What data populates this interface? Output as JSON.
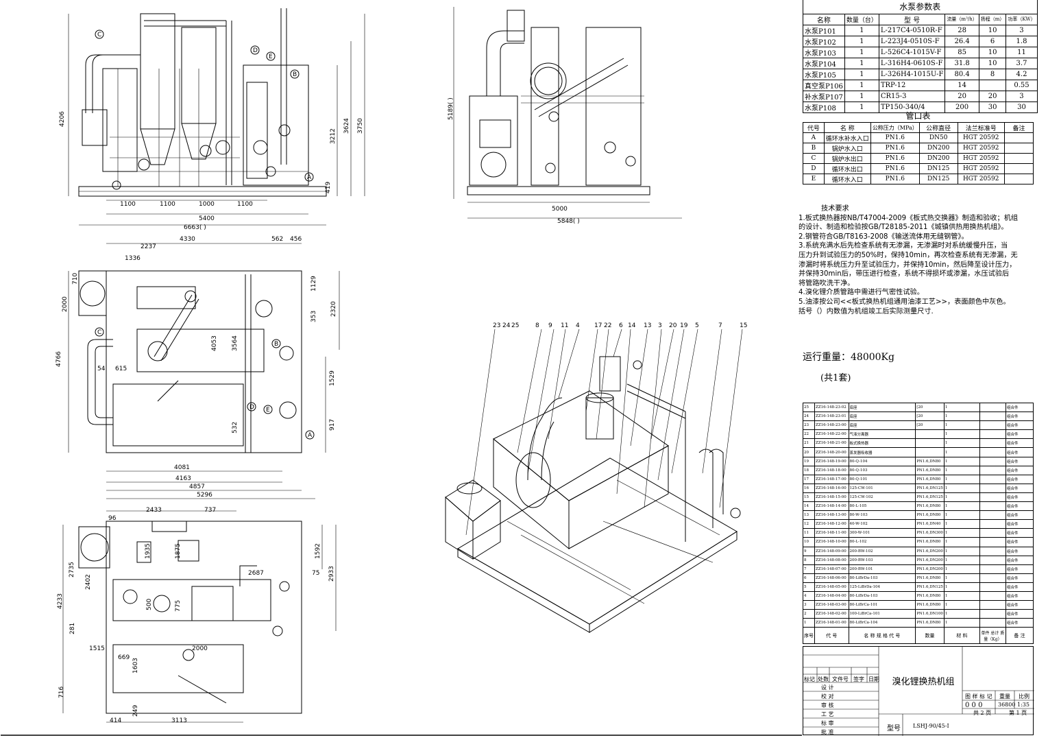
{
  "pump_table": {
    "title": "水泵参数表",
    "headers": [
      "名称",
      "数量（台）",
      "型 号",
      "流量（m³/h）",
      "扬程（m）",
      "功率（KW）"
    ],
    "rows": [
      [
        "水泵P101",
        "1",
        "L-217C4-0510R-F",
        "28",
        "10",
        "3"
      ],
      [
        "水泵P102",
        "1",
        "L-223J4-0510S-F",
        "26.4",
        "6",
        "1.8"
      ],
      [
        "水泵P103",
        "1",
        "L-526C4-1015V-F",
        "85",
        "10",
        "11"
      ],
      [
        "水泵P104",
        "1",
        "L-316H4-0610S-F",
        "31.8",
        "10",
        "3.7"
      ],
      [
        "水泵P105",
        "1",
        "L-326H4-1015U-F",
        "80.4",
        "8",
        "4.2"
      ],
      [
        "真空泵P106",
        "1",
        "TRP-12",
        "14",
        "",
        "0.55"
      ],
      [
        "补水泵P107",
        "1",
        "CR15-3",
        "20",
        "20",
        "3"
      ],
      [
        "水泵P108",
        "1",
        "TP150-340/4",
        "200",
        "30",
        "30"
      ]
    ]
  },
  "pipe_table": {
    "title": "管口表",
    "headers": [
      "代号",
      "名 称",
      "公称压力（MPa）",
      "公称直径",
      "法兰标准号",
      "备注"
    ],
    "rows": [
      [
        "A",
        "循环水补水入口",
        "PN1.6",
        "DN50",
        "HGT 20592",
        ""
      ],
      [
        "B",
        "锅炉水入口",
        "PN1.6",
        "DN200",
        "HGT 20592",
        ""
      ],
      [
        "C",
        "锅炉水出口",
        "PN1.6",
        "DN200",
        "HGT 20592",
        ""
      ],
      [
        "D",
        "循环水出口",
        "PN1.6",
        "DN125",
        "HGT 20592",
        ""
      ],
      [
        "E",
        "循环水入口",
        "PN1.6",
        "DN125",
        "HGT 20592",
        ""
      ]
    ]
  },
  "tech": {
    "title": "技术要求",
    "lines": [
      "1.板式换热器按NB/T47004-2009《板式热交换器》制造和验收；机组",
      "的设计、制造和检验按GB/T28185-2011《城镇供热用换热机组》。",
      "2.钢管符合GB/T8163-2008《输送流体用无缝钢管》。",
      "3.系统充满水后先检查系统有无渗漏，无渗漏时对系统缓慢升压，当",
      "压力升到试验压力的50%时，保持10min，再次检查系统有无渗漏，无",
      "渗漏时将系统压力升至试验压力，并保持10min，然后降至设计压力，",
      "并保持30min后，带压进行检查，系统不得损坏或渗漏，水压试验后",
      "将管路吹洗干净。",
      "4.溴化锂介质管路中需进行气密性试验。",
      "5.油漆按公司<<板式换热机组通用油漆工艺>>，表面颜色中灰色。",
      "括号（）内数值为机组竣工后实际测量尺寸."
    ]
  },
  "weight_text": "运行重量：48000Kg",
  "sets_text": "(共1套)",
  "bom": {
    "rows": [
      [
        "25",
        "ZZ16-148-23-02",
        "底座",
        "[20",
        "1",
        "组合件"
      ],
      [
        "24",
        "ZZ16-148-23-01",
        "底座",
        "[20",
        "1",
        "组合件"
      ],
      [
        "23",
        "ZZ16-148-23-00",
        "底座",
        "[20",
        "1",
        "组合件"
      ],
      [
        "22",
        "ZZ16-148-22-00",
        "气液分离器",
        "",
        "1",
        "组合件"
      ],
      [
        "21",
        "ZZ16-148-21-00",
        "板式换热器",
        "",
        "1",
        "组合件"
      ],
      [
        "20",
        "ZZ16-148-20-00",
        "蒸发器吸收器",
        "",
        "1",
        "组合件"
      ],
      [
        "19",
        "ZZ16-148-19-00",
        "80-Q-104",
        "PN1.6,DN80",
        "1",
        "组合件"
      ],
      [
        "18",
        "ZZ16-148-18-00",
        "80-Q-103",
        "PN1.6,DN80",
        "1",
        "组合件"
      ],
      [
        "17",
        "ZZ16-148-17-00",
        "80-Q-101",
        "PN1.6,DN80",
        "1",
        "组合件"
      ],
      [
        "16",
        "ZZ16-148-16-00",
        "125-CW-101",
        "PN1.6,DN125",
        "1",
        "组合件"
      ],
      [
        "15",
        "ZZ16-148-15-00",
        "125-CW-102",
        "PN1.6,DN125",
        "1",
        "组合件"
      ],
      [
        "14",
        "ZZ16-148-14-00",
        "80-L-105",
        "PN1.6,DN80",
        "1",
        "组合件"
      ],
      [
        "13",
        "ZZ16-148-13-00",
        "80-W-103",
        "PN1.6,DN80",
        "1",
        "组合件"
      ],
      [
        "12",
        "ZZ16-148-12-00",
        "40-W-102",
        "PN1.6,DN40",
        "1",
        "组合件"
      ],
      [
        "11",
        "ZZ16-148-11-00",
        "300-W-101",
        "PN1.6,DN300",
        "1",
        "组合件"
      ],
      [
        "10",
        "ZZ16-148-10-00",
        "80-L-102",
        "PN1.6,DN80",
        "1",
        "组合件"
      ],
      [
        "9",
        "ZZ16-148-09-00",
        "200-BW-102",
        "PN1.6,DN200",
        "1",
        "组合件"
      ],
      [
        "8",
        "ZZ16-148-08-00",
        "200-BW-103",
        "PN1.6,DN200",
        "1",
        "组合件"
      ],
      [
        "7",
        "ZZ16-148-07-00",
        "200-BW-101",
        "PN1.6,DN200",
        "1",
        "组合件"
      ],
      [
        "6",
        "ZZ16-148-06-00",
        "80-LiBrDa-103",
        "PN1.6,DN80",
        "1",
        "组合件"
      ],
      [
        "5",
        "ZZ16-148-05-00",
        "125-LiBrDa-104",
        "PN1.6,DN125",
        "1",
        "组合件"
      ],
      [
        "4",
        "ZZ16-148-04-00",
        "80-LiBrDa-103",
        "PN1.6,DN80",
        "1",
        "组合件"
      ],
      [
        "3",
        "ZZ16-148-03-00",
        "80-LiBrCa-101",
        "PN1.6,DN80",
        "1",
        "组合件"
      ],
      [
        "2",
        "ZZ16-148-02-00",
        "100-LiBrCa-101",
        "PN1.6,DN100",
        "1",
        "组合件"
      ],
      [
        "1",
        "ZZ16-148-01-00",
        "80-LiBrCa-104",
        "PN1.6,DN80",
        "1",
        "组合件"
      ]
    ],
    "header": [
      "序号",
      "代 号",
      "名 称 规 格 代 号",
      "数量",
      "材 料",
      "单件 总计 质量（Kg）",
      "备 注"
    ]
  },
  "title_block": {
    "drawing_name": "溴化锂换热机组",
    "marks": [
      "标记",
      "处数",
      "文件号",
      "签字",
      "日期"
    ],
    "roles": [
      "设 计",
      "校 对",
      "审 核",
      "工 艺",
      "标 审",
      "批 准"
    ],
    "labels": {
      "stage": "图 样 标 记",
      "weight": "重量",
      "scale": "比例",
      "weight_val": "36800",
      "scale_val": "1:35",
      "sheets": "共 2 页",
      "sheet_no": "第 1 页",
      "model_label": "型号",
      "model_val": "LSHJ-90/45-Ⅰ",
      "stage_marks": "0 0 0"
    }
  },
  "dims": {
    "front": [
      "1100",
      "1100",
      "1000",
      "1100",
      "5400",
      "6663(   )",
      "4206",
      "3212",
      "3624",
      "3750",
      "419"
    ],
    "side": [
      "5000",
      "5848(   )",
      "5189(   )"
    ],
    "plan": [
      "4330",
      "2237",
      "1336",
      "562",
      "456",
      "710",
      "2000",
      "1129",
      "2320",
      "353",
      "4766",
      "4053",
      "3564",
      "54",
      "615",
      "1529",
      "917",
      "532",
      "4081",
      "4163",
      "4857",
      "5296"
    ],
    "plan2": [
      "2433",
      "737",
      "96",
      "1935",
      "1875",
      "1592",
      "2735",
      "2402",
      "2687",
      "75",
      "2933",
      "4233",
      "500",
      "775",
      "281",
      "2000",
      "1515",
      "669",
      "1603",
      "716",
      "414",
      "3113",
      "249"
    ]
  },
  "ports": [
    "A",
    "B",
    "C",
    "D",
    "E"
  ],
  "callouts": [
    "23",
    "24",
    "25",
    "8",
    "9",
    "11",
    "4",
    "17",
    "22",
    "6",
    "14",
    "13",
    "3",
    "20",
    "19",
    "5",
    "7",
    "15"
  ]
}
